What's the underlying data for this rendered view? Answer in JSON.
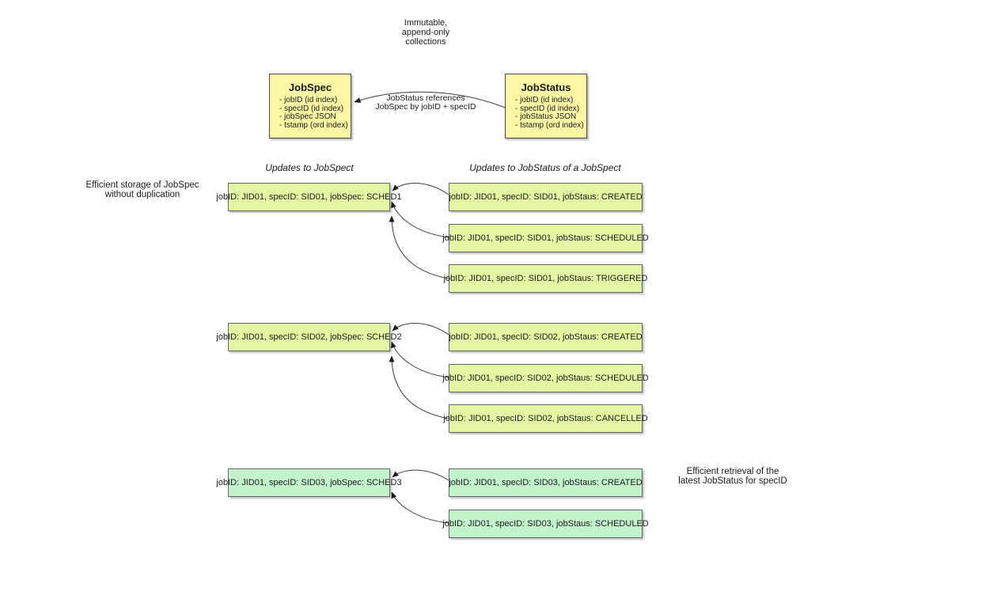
{
  "colors": {
    "collection_fill": "#fbf7a3",
    "record_fill": "#e3f7a2",
    "latest_record_fill": "#c2f3cb",
    "border": "#666666",
    "arrow": "#3d3d3d"
  },
  "top_note": {
    "lines": [
      "Immutable,",
      "append-only",
      "collections"
    ]
  },
  "collections": {
    "jobspec": {
      "title": "JobSpec",
      "fields": [
        "- jobID (id index)",
        "- specID (id index)",
        "- jobSpec JSON",
        "- tstamp (ord index)"
      ]
    },
    "jobstatus": {
      "title": "JobStatus",
      "fields": [
        "- jobID (id index)",
        "- specID (id index)",
        "- jobStatus JSON",
        "- tstamp (ord index)"
      ]
    },
    "reference_label": {
      "lines": [
        "JobStatus references",
        "JobSpec by jobID + specID"
      ]
    }
  },
  "column_headers": {
    "left": "Updates to JobSpect",
    "right": "Updates to JobStatus of a JobSpect"
  },
  "side_notes": {
    "left": {
      "lines": [
        "Efficient storage of JobSpec",
        "without duplication"
      ]
    },
    "right": {
      "lines": [
        "Efficient retrieval of the",
        "latest JobStatus for specID"
      ]
    }
  },
  "groups": [
    {
      "spec": "jobID: JID01, specID: SID01, jobSpec: SCHED1",
      "statuses": [
        "jobID: JID01, specID: SID01, jobStaus: CREATED",
        "jobID: JID01, specID: SID01, jobStaus: SCHEDULED",
        "jobID: JID01, specID: SID01, jobStaus: TRIGGERED"
      ]
    },
    {
      "spec": "jobID: JID01, specID: SID02, jobSpec: SCHED2",
      "statuses": [
        "jobID: JID01, specID: SID02, jobStaus: CREATED",
        "jobID: JID01, specID: SID02, jobStaus: SCHEDULED",
        "jobID: JID01, specID: SID02, jobStaus: CANCELLED"
      ]
    },
    {
      "spec": "jobID: JID01, specID: SID03, jobSpec: SCHED3",
      "statuses": [
        "jobID: JID01, specID: SID03, jobStaus: CREATED",
        "jobID: JID01, specID: SID03, jobStaus: SCHEDULED"
      ]
    }
  ]
}
